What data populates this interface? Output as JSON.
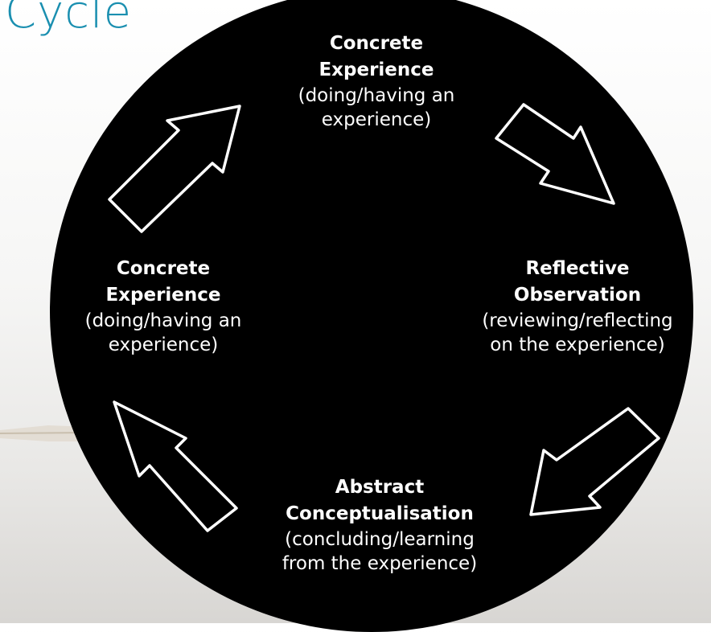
{
  "title": "Cycle",
  "stages": [
    {
      "position": "top",
      "name_lines": [
        "Concrete",
        "Experience"
      ],
      "desc_lines": [
        "(doing/having an",
        "experience)"
      ]
    },
    {
      "position": "right",
      "name_lines": [
        "Reflective",
        "Observation"
      ],
      "desc_lines": [
        "(reviewing/reflecting",
        "on the experience)"
      ]
    },
    {
      "position": "bottom",
      "name_lines": [
        "Abstract",
        "Conceptualisation"
      ],
      "desc_lines": [
        "(concluding/learning",
        "from the experience)"
      ]
    },
    {
      "position": "left",
      "name_lines": [
        "Concrete",
        "Experience"
      ],
      "desc_lines": [
        "(doing/having an",
        "experience)"
      ]
    }
  ],
  "colors": {
    "title": "#1a8fb0",
    "disc": "#000000",
    "text": "#ffffff",
    "arrow_outline": "#ffffff"
  },
  "icons": [
    "chalk-arrow-icon",
    "pen-icon"
  ]
}
